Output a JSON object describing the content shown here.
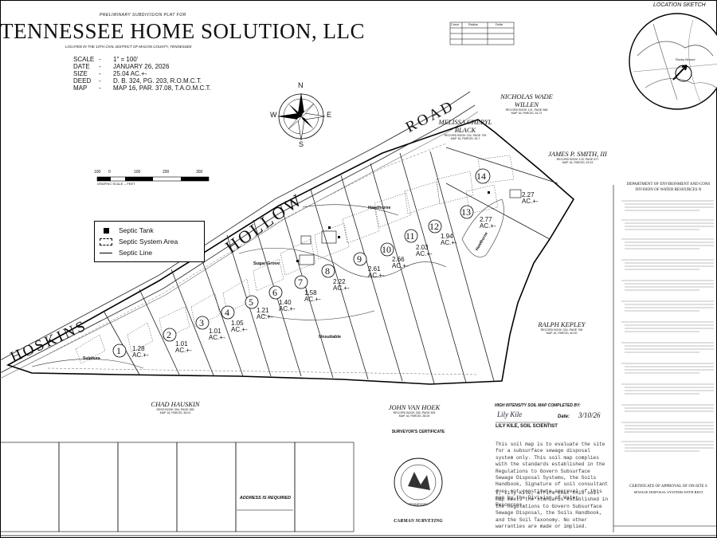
{
  "header": {
    "preliminary": "PRELIMINARY SUBDIVISION PLAT FOR",
    "title": "TENNESSEE HOME SOLUTION, LLC",
    "location_line": "LOCATED IN THE 13TH CIVIL DISTRICT OF MACON COUNTY, TENNESSEE"
  },
  "info": [
    {
      "key": "SCALE",
      "value": "1\" = 100'"
    },
    {
      "key": "DATE",
      "value": "JANUARY 26, 2026"
    },
    {
      "key": "SIZE",
      "value": "25.04 AC.+-"
    },
    {
      "key": "DEED",
      "value": "D. B. 324, PG. 203, R.O.M.C.T."
    },
    {
      "key": "MAP",
      "value": "MAP 16, PAR. 37.08, T.A.O.M.C.T."
    }
  ],
  "scale_bar": {
    "ticks": [
      "100",
      "0",
      "100",
      "200",
      "300"
    ],
    "caption": "GRAPHIC SCALE -- FEET"
  },
  "compass": {
    "n": "N",
    "s": "S",
    "e": "E",
    "w": "W"
  },
  "legend": {
    "items": [
      {
        "label": "Septic Tank"
      },
      {
        "label": "Septic System Area"
      },
      {
        "label": "Septic Line"
      }
    ]
  },
  "location_sketch": {
    "title": "LOCATION SKETCH",
    "label": "Rocky Mound"
  },
  "roads": [
    "ROAD",
    "HOLLOW",
    "HOSKINS"
  ],
  "owners": [
    {
      "name": "NICHOLAS WADE WILLEN",
      "deed": "RECORD BOOK 121, PAGE 568",
      "map": "MAP 16, PARCEL 34.72"
    },
    {
      "name": "MELISSA CHERYL BLACK",
      "deed": "RECORD BOOK 224, PAGE 799",
      "map": "MAP 16, PARCEL 34.7"
    },
    {
      "name": "JAMES P. SMITH, III",
      "deed": "RECORD BOOK 178, PAGE 877",
      "map": "MAP 16, PARCEL 33.03"
    },
    {
      "name": "RALPH KEPLEY",
      "deed": "RECORD BOOK 334, PAGE 765",
      "map": "MAP 16, PARCEL 40.00"
    },
    {
      "name": "CHAD HAUSKIN",
      "deed": "DEED BOOK 304, PAGE 285",
      "map": "MAP 16, PARCEL 38.01"
    },
    {
      "name": "JOHN VAN HOEK",
      "deed": "RECORD BOOK 335, PAGE 905",
      "map": "MAP 16, PARCEL 38.00"
    }
  ],
  "lots": [
    {
      "num": "1",
      "acres": "1.28",
      "unit": "AC.+-"
    },
    {
      "num": "2",
      "acres": "1.01",
      "unit": "AC.+-"
    },
    {
      "num": "3",
      "acres": "1.01",
      "unit": "AC.+-"
    },
    {
      "num": "4",
      "acres": "1.05",
      "unit": "AC.+-"
    },
    {
      "num": "5",
      "acres": "1.21",
      "unit": "AC.+-"
    },
    {
      "num": "6",
      "acres": "1.40",
      "unit": "AC.+-"
    },
    {
      "num": "7",
      "acres": "1.58",
      "unit": "AC.+-"
    },
    {
      "num": "8",
      "acres": "2.22",
      "unit": "AC.+-"
    },
    {
      "num": "9",
      "acres": "2.61",
      "unit": "AC.+-"
    },
    {
      "num": "10",
      "acres": "2.66",
      "unit": "AC.+-"
    },
    {
      "num": "11",
      "acres": "2.03",
      "unit": "AC.+-"
    },
    {
      "num": "12",
      "acres": "1.94",
      "unit": "AC.+-"
    },
    {
      "num": "13",
      "acres": "2.77",
      "unit": "AC.+-"
    },
    {
      "num": "14",
      "acres": "2.27",
      "unit": "AC.+-"
    }
  ],
  "soil_labels": {
    "sulphura": "Sulphura",
    "sugar_grove": "Sugar Grove",
    "hawthorne": "Hawthorne",
    "hawthorne2": "Hawthorne",
    "unsuitable": "Unsuitable"
  },
  "soil_map": {
    "completed_by": "HIGH INTENSITY SOIL MAP COMPLETED BY:",
    "signature": "Lily Kile",
    "date_label": "Date:",
    "date_value": "3/10/26",
    "name": "LILY KILE, SOIL SCIENTIST",
    "text": "This soil map is to evaluate the site for a subsurface sewage disposal system only. This soil map complies with the standards established in the Regulations to Govern Subsurface Sewage Disposal Systems, the Soils Handbook, Signature of soil consultant does not constitute approval of this map by the Division of Water Resources.",
    "affirm": "I, Lily Kile, affirm that this soil map meets the standards established in the Regulations to Govern Subsurface Sewage Disposal, the Soils Handbook, and the Soil Taxonomy. No other warranties are made or implied."
  },
  "surveyor": {
    "cert_title": "SURVEYOR'S CERTIFICATE",
    "seal_text": "TENNESSEE",
    "company": "CARMAN SURVEYING"
  },
  "address": {
    "title": "ADDRESS IS REQUIRED"
  },
  "right_panel": {
    "title": "DEPARTMENT OF ENVIRONMENT AND CONS",
    "subtitle": "DIVISION OF WATER RESOURCES N",
    "approval_title": "CERTIFICATE OF APPROVAL OF ON-SITE S",
    "approval_sub": "SEWAGE DISPOSAL SYSTEMS WITH REST"
  },
  "curve_table": {
    "headers": [
      "Curve",
      "Radius",
      "Delta"
    ]
  }
}
